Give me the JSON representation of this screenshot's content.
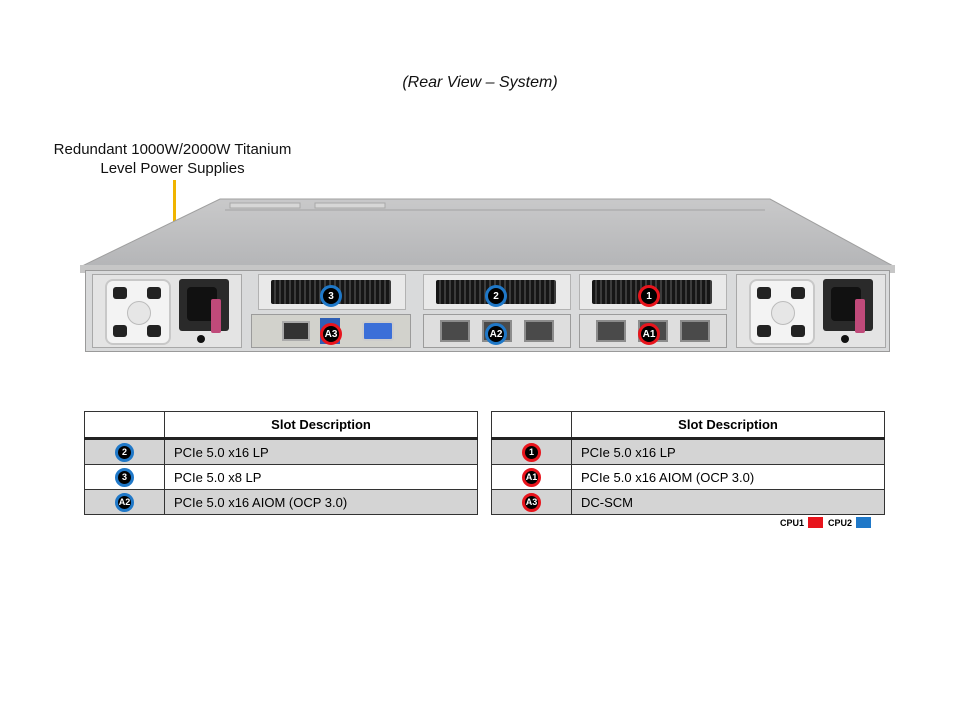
{
  "view_title": "(Rear View – System)",
  "callout": {
    "psu_line1": "Redundant 1000W/2000W Titanium",
    "psu_line2": "Level Power Supplies",
    "line_color": "#f0b400"
  },
  "colors": {
    "cpu1": "#e8141c",
    "cpu2": "#1f78c8"
  },
  "server_badges": {
    "slot3": {
      "label": "3",
      "cpu": "CPU2"
    },
    "slot2": {
      "label": "2",
      "cpu": "CPU2"
    },
    "slot1": {
      "label": "1",
      "cpu": "CPU1"
    },
    "a3": {
      "label": "A3",
      "cpu": "CPU1"
    },
    "a2": {
      "label": "A2",
      "cpu": "CPU2"
    },
    "a1": {
      "label": "A1",
      "cpu": "CPU1"
    }
  },
  "tables": [
    {
      "header": "Slot Description",
      "rows": [
        {
          "id": "2",
          "cpu": "CPU2",
          "desc": "PCIe 5.0 x16 LP"
        },
        {
          "id": "3",
          "cpu": "CPU2",
          "desc": "PCIe 5.0 x8 LP"
        },
        {
          "id": "A2",
          "cpu": "CPU2",
          "desc": "PCIe 5.0 x16 AIOM (OCP 3.0)"
        }
      ]
    },
    {
      "header": "Slot Description",
      "rows": [
        {
          "id": "1",
          "cpu": "CPU1",
          "desc": "PCIe 5.0 x16 LP"
        },
        {
          "id": "A1",
          "cpu": "CPU1",
          "desc": "PCIe 5.0 x16 AIOM (OCP 3.0)"
        },
        {
          "id": "A3",
          "cpu": "CPU1",
          "desc": "DC-SCM"
        }
      ]
    }
  ],
  "legend": {
    "cpu1_label": "CPU1",
    "cpu2_label": "CPU2"
  }
}
